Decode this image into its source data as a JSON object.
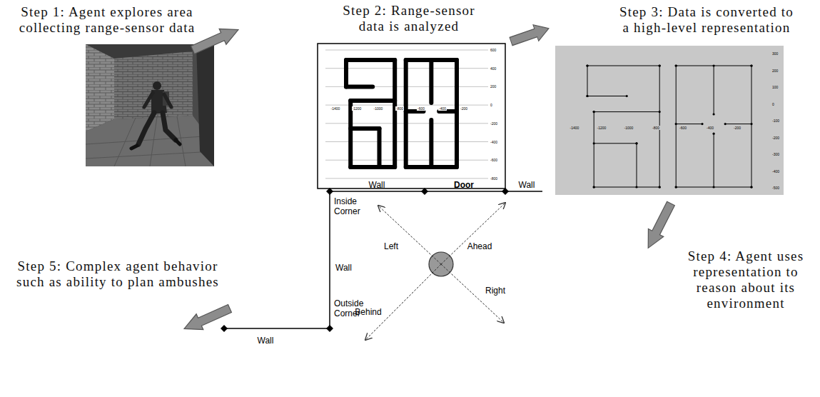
{
  "diagram": {
    "labels": [
      "Step 1: Agent explores area collecting range-sensor data",
      "Step 2: Range-sensor data is analyzed",
      "Step 3: Data is converted to a high-level representation",
      "-1400",
      "-1200",
      "-1000",
      "-800",
      "-600",
      "-400",
      "-200",
      "600",
      "400",
      "200",
      "0",
      "-200",
      "-400",
      "-600",
      "-800",
      "-1400",
      "-1200",
      "-1000",
      "-800",
      "-600",
      "-400",
      "-200",
      "300",
      "200",
      "100",
      "0",
      "-100",
      "-200",
      "-300",
      "-400",
      "-500",
      "Step 4: Agent uses representation to reason about its environment",
      "Step 5: Complex agent behavior such as ability to plan ambushes",
      "Wall",
      "Door",
      "Wall",
      "Inside Corner",
      "Left",
      "Ahead",
      "Wall",
      "Right",
      "Outside Corner",
      "Behind",
      "Wall"
    ]
  }
}
